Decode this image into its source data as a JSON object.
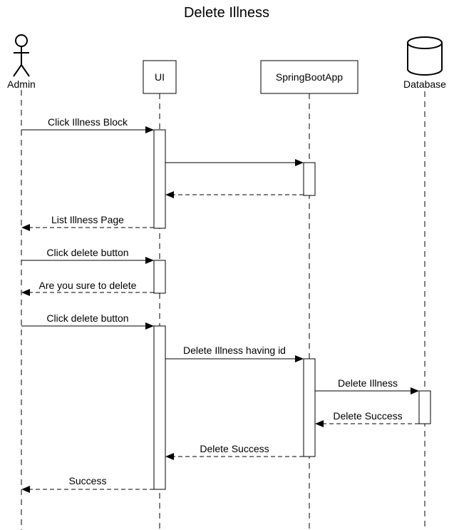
{
  "diagram": {
    "title": "Delete Illness",
    "participants": [
      {
        "id": "admin",
        "label": "Admin",
        "kind": "actor"
      },
      {
        "id": "ui",
        "label": "UI",
        "kind": "box"
      },
      {
        "id": "app",
        "label": "SpringBootApp",
        "kind": "box"
      },
      {
        "id": "db",
        "label": "Database",
        "kind": "database"
      }
    ],
    "messages": [
      {
        "from": "admin",
        "to": "ui",
        "label": "Click Illness Block",
        "style": "solid"
      },
      {
        "from": "ui",
        "to": "app",
        "label": "",
        "style": "solid"
      },
      {
        "from": "app",
        "to": "ui",
        "label": "",
        "style": "dashed"
      },
      {
        "from": "ui",
        "to": "admin",
        "label": "List Illness Page",
        "style": "dashed"
      },
      {
        "from": "admin",
        "to": "ui",
        "label": "Click delete button",
        "style": "solid"
      },
      {
        "from": "ui",
        "to": "admin",
        "label": "Are you sure to delete",
        "style": "dashed"
      },
      {
        "from": "admin",
        "to": "ui",
        "label": "Click delete button",
        "style": "solid"
      },
      {
        "from": "ui",
        "to": "app",
        "label": "Delete Illness having id",
        "style": "solid"
      },
      {
        "from": "app",
        "to": "db",
        "label": "Delete Illness",
        "style": "solid"
      },
      {
        "from": "db",
        "to": "app",
        "label": "Delete Success",
        "style": "dashed"
      },
      {
        "from": "app",
        "to": "ui",
        "label": "Delete Success",
        "style": "dashed"
      },
      {
        "from": "ui",
        "to": "admin",
        "label": "Success",
        "style": "dashed"
      }
    ]
  }
}
